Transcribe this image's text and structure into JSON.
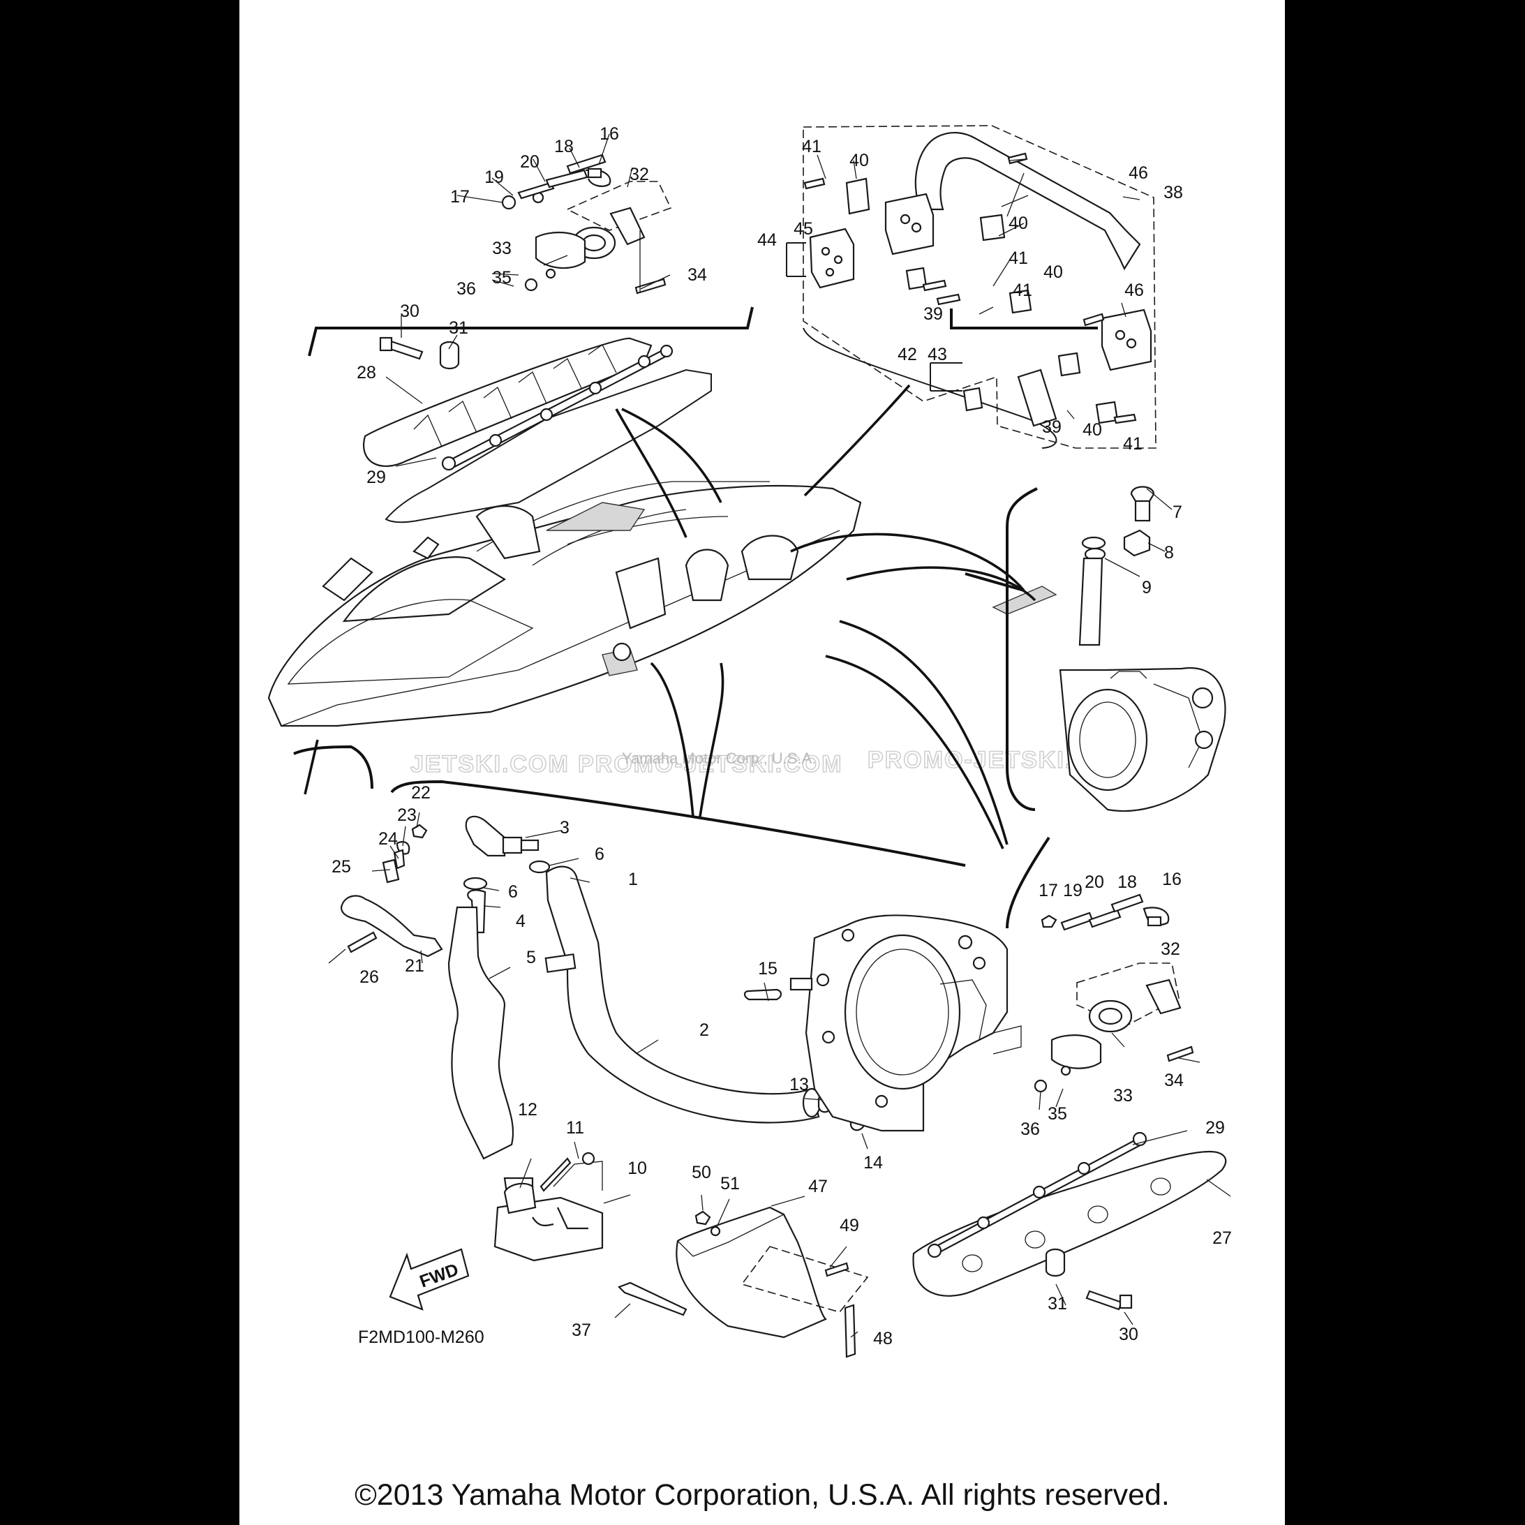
{
  "diagram_code": "F2MD100-M260",
  "fwd_label": "FWD",
  "watermark": {
    "left": "JETSKI.COM",
    "center": "PROMO-JETSKI.COM",
    "right": "PROMO-JETSKI.COM",
    "overlay": "Yamaha Motor Corp., U.S.A."
  },
  "copyright": "©2013 Yamaha Motor Corporation, U.S.A. All rights reserved.",
  "callouts": {
    "rail_top": [
      "16",
      "17",
      "18",
      "19",
      "20",
      "32",
      "33",
      "34",
      "35",
      "36",
      "30",
      "31",
      "28",
      "29"
    ],
    "grab_handle": [
      "41",
      "40",
      "46",
      "38",
      "44",
      "45",
      "39",
      "42",
      "43"
    ],
    "pump_cover": [
      "7",
      "8",
      "9"
    ],
    "front": [
      "22",
      "23",
      "24",
      "25",
      "26",
      "21"
    ],
    "hoses": [
      "3",
      "6",
      "6",
      "1",
      "4",
      "5",
      "2",
      "15",
      "13",
      "14",
      "12",
      "11",
      "10"
    ],
    "rail_bottom": [
      "17",
      "19",
      "20",
      "18",
      "16",
      "32",
      "33",
      "34",
      "35",
      "36",
      "29",
      "27",
      "31",
      "30"
    ],
    "cover": [
      "50",
      "51",
      "47",
      "49",
      "48",
      "37"
    ]
  }
}
